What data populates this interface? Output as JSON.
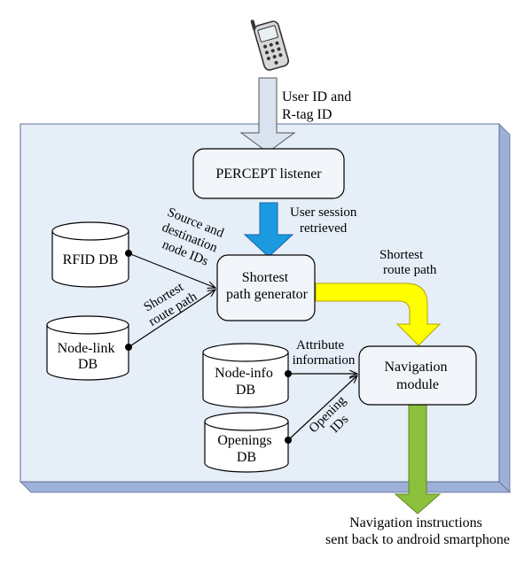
{
  "colors": {
    "panel_fill": "#e6eef8",
    "panel_shadow": "#9db0d8",
    "box_fill": "#f2f5f9",
    "arrow_input": "#d9e2ef",
    "arrow_blue": "#1b9ae0",
    "arrow_yellow": "#ffff00",
    "arrow_green": "#8cbf3c"
  },
  "input": {
    "icon": "mobile-phone-icon",
    "label_line1": "User ID and",
    "label_line2": "R-tag ID"
  },
  "nodes": {
    "listener": "PERCEPT listener",
    "generator_line1": "Shortest",
    "generator_line2": "path generator",
    "navigation_line1": "Navigation",
    "navigation_line2": "module"
  },
  "databases": {
    "rfid": "RFID DB",
    "nodelink_line1": "Node-link",
    "nodelink_line2": "DB",
    "nodeinfo_line1": "Node-info",
    "nodeinfo_line2": "DB",
    "openings_line1": "Openings",
    "openings_line2": "DB"
  },
  "labels": {
    "session_line1": "User session",
    "session_line2": "retrieved",
    "source_line1": "Source and",
    "source_line2": "destination",
    "source_line3": "node IDs",
    "route_db_line1": "Shortest",
    "route_db_line2": "route path",
    "route_out_line1": "Shortest",
    "route_out_line2": "route path",
    "attr_line1": "Attribute",
    "attr_line2": "information",
    "opening_line1": "Opening",
    "opening_line2": "IDs"
  },
  "output": {
    "line1": "Navigation instructions",
    "line2": "sent back to android smartphone"
  }
}
